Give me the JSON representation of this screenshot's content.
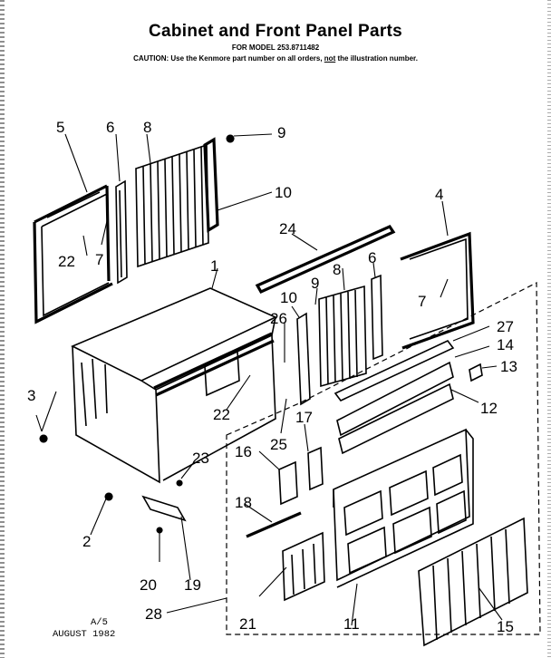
{
  "header": {
    "title": "Cabinet and Front Panel Parts",
    "model_line": "FOR MODEL 253.8711482",
    "caution_prefix": "CAUTION: Use the Kenmore part number on all orders,",
    "caution_not": "not",
    "caution_suffix": "the illustration number."
  },
  "footer": {
    "page_code": "A/5",
    "date": "AUGUST 1982"
  },
  "callouts": [
    "5",
    "6",
    "8",
    "9",
    "10",
    "22",
    "7",
    "1",
    "24",
    "4",
    "6",
    "8",
    "9",
    "10",
    "26",
    "7",
    "27",
    "14",
    "13",
    "3",
    "22",
    "25",
    "17",
    "12",
    "23",
    "16",
    "18",
    "2",
    "20",
    "19",
    "28",
    "21",
    "11",
    "15"
  ]
}
